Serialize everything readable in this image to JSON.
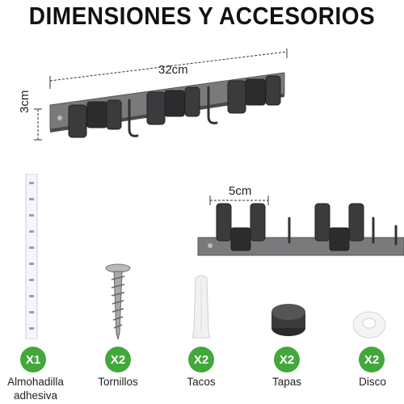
{
  "title": "DIMENSIONES Y ACCESORIOS",
  "dimensions": {
    "length": "32cm",
    "height": "3cm",
    "clip_width": "5cm"
  },
  "accessories": [
    {
      "qty": "X1",
      "name": "Almohadilla adhesiva"
    },
    {
      "qty": "X2",
      "name": "Tornillos"
    },
    {
      "qty": "X2",
      "name": "Tacos"
    },
    {
      "qty": "X2",
      "name": "Tapas"
    },
    {
      "qty": "X2",
      "name": "Disco"
    }
  ],
  "colors": {
    "badge": "#43a83b",
    "rail": "#6e6e70",
    "clip": "#3a3a3c"
  }
}
